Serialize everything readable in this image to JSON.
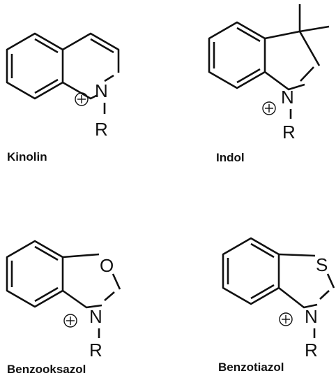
{
  "compounds": [
    {
      "name": "Kinolin",
      "heteroatom": "",
      "nitrogen": "N",
      "substituent": "R",
      "charge_icon": "plus-in-circle"
    },
    {
      "name": "Indol",
      "heteroatom": "",
      "nitrogen": "N",
      "substituent": "R",
      "charge_icon": "plus-in-circle"
    },
    {
      "name": "Benzooksazol",
      "heteroatom": "O",
      "nitrogen": "N",
      "substituent": "R",
      "charge_icon": "plus-in-circle"
    },
    {
      "name": "Benzotiazol",
      "heteroatom": "S",
      "nitrogen": "N",
      "substituent": "R",
      "charge_icon": "plus-in-circle"
    }
  ],
  "colors": {
    "ink": "#111111",
    "background": "#ffffff"
  }
}
